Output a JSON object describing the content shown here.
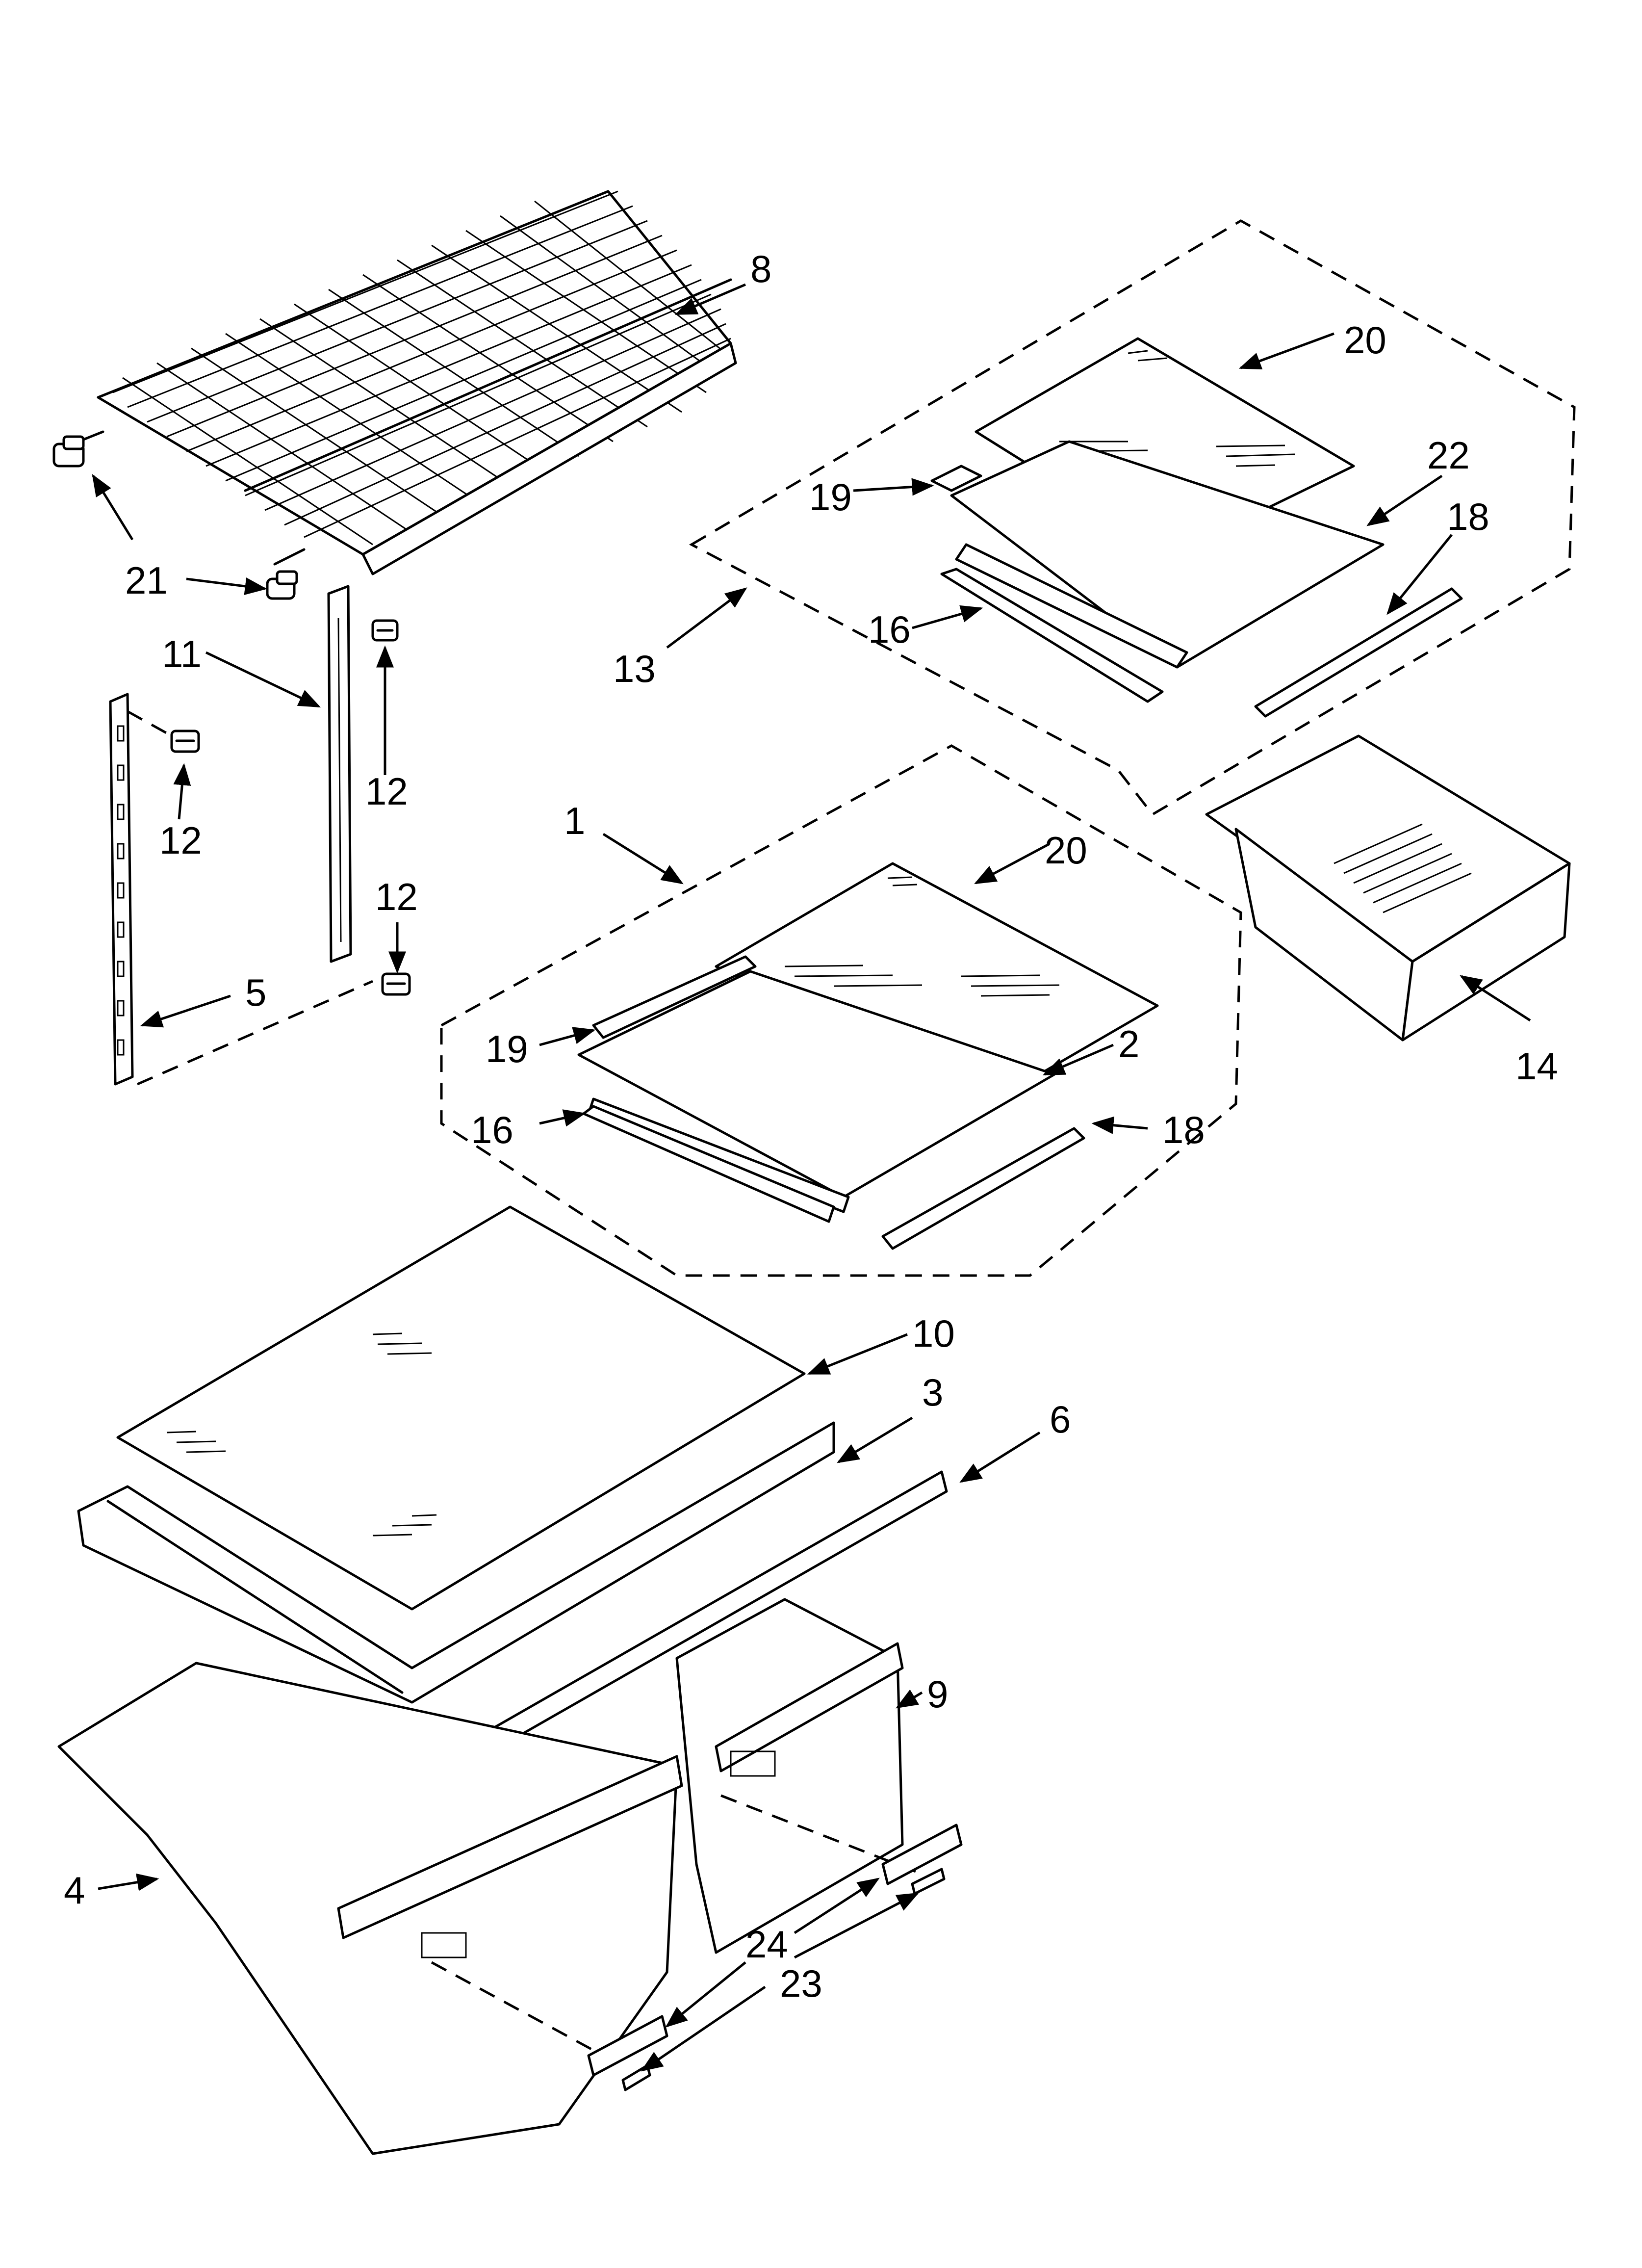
{
  "callouts": [
    {
      "id": "c8",
      "label": "8"
    },
    {
      "id": "c21",
      "label": "21"
    },
    {
      "id": "c11",
      "label": "11"
    },
    {
      "id": "c12a",
      "label": "12"
    },
    {
      "id": "c12b",
      "label": "12"
    },
    {
      "id": "c12c",
      "label": "12"
    },
    {
      "id": "c5",
      "label": "5"
    },
    {
      "id": "c20a",
      "label": "20"
    },
    {
      "id": "c22",
      "label": "22"
    },
    {
      "id": "c19a",
      "label": "19"
    },
    {
      "id": "c18a",
      "label": "18"
    },
    {
      "id": "c16a",
      "label": "16"
    },
    {
      "id": "c13",
      "label": "13"
    },
    {
      "id": "c1",
      "label": "1"
    },
    {
      "id": "c20b",
      "label": "20"
    },
    {
      "id": "c19b",
      "label": "19"
    },
    {
      "id": "c2",
      "label": "2"
    },
    {
      "id": "c16b",
      "label": "16"
    },
    {
      "id": "c18b",
      "label": "18"
    },
    {
      "id": "c14",
      "label": "14"
    },
    {
      "id": "c10",
      "label": "10"
    },
    {
      "id": "c3",
      "label": "3"
    },
    {
      "id": "c6",
      "label": "6"
    },
    {
      "id": "c9",
      "label": "9"
    },
    {
      "id": "c4",
      "label": "4"
    },
    {
      "id": "c24",
      "label": "24"
    },
    {
      "id": "c23",
      "label": "23"
    }
  ]
}
